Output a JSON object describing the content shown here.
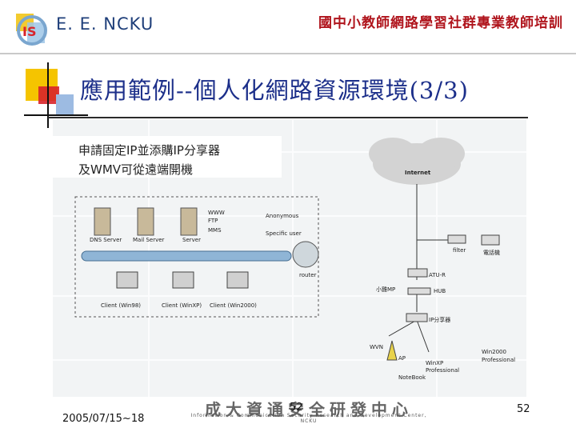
{
  "header": {
    "logo_text": "E. E. NCKU",
    "logo_letters": "IS",
    "banner": "國中小教師網路學習社群專業教師培訓"
  },
  "slide": {
    "title": "應用範例--個人化網路資源環境(3/3)",
    "note_line1": "申請固定IP並添購IP分享器",
    "note_line2": "及WMV可從遠端開機"
  },
  "diagram": {
    "internet": "Internet",
    "servers": [
      "DNS Server",
      "Mail Server",
      "Server"
    ],
    "services": [
      "WWW",
      "FTP",
      "MMS"
    ],
    "access": [
      "Anonymous",
      "Specific user"
    ],
    "router": "router",
    "clients": [
      "Client (Win98)",
      "Client (WinXP)",
      "Client (Win2000)"
    ],
    "right_side": {
      "filter": "filter",
      "phone": "電話機",
      "xtu": "ATU-R",
      "hub": "HUB",
      "pc_label": "小雞MP",
      "ip_sharer": "IP分享器",
      "ap": "AP",
      "wvn": "WVN",
      "notebook": "NoteBook",
      "winxp": "WinXP",
      "winxp_sub": "Professional",
      "win2000": "Win2000",
      "win2000_sub": "Professional"
    }
  },
  "footer": {
    "date": "2005/07/15~18",
    "center_zh": "成大資通安全研發中心",
    "center_en": "Information & Communication Security Research and Development Center, NCKU",
    "page_center": "52",
    "page_right": "52"
  },
  "colors": {
    "banner_red": "#b0151d",
    "title_blue": "#1c2f8a",
    "deco_yellow": "#f5c400",
    "deco_red": "#d8232a"
  }
}
